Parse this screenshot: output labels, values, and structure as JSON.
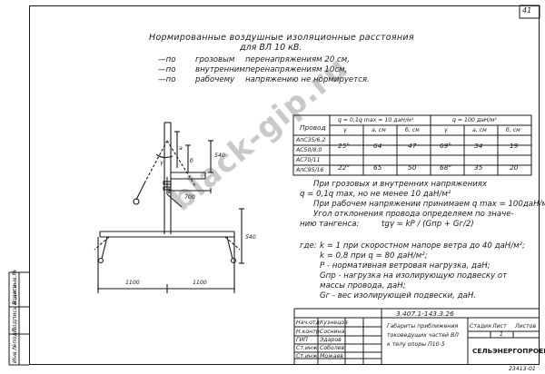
{
  "sheet_number": "41",
  "title_line1": "Нормированные воздушные изоляционные расстояния",
  "title_line2": "для ВЛ 10 кВ.",
  "norms": [
    {
      "dash": "—по",
      "a": "грозовым",
      "b": "перенапряжениям 20 см,"
    },
    {
      "dash": "—по",
      "a": "внутренним",
      "b": "перенапряжениям 10см,"
    },
    {
      "dash": "—по",
      "a": "рабочему",
      "b": "напряжению  не нормируется."
    }
  ],
  "table": {
    "col_header": "Провод",
    "group1": "q = 0,1q max = 10 даН/м²",
    "group2": "q = 100 даН/м²",
    "sub": [
      "γ",
      "а, см",
      "б, см",
      "γ",
      "а, см",
      "б, см"
    ],
    "rows": [
      {
        "wire": "АпС35/6,2",
        "v": [
          "",
          "",
          "",
          "",
          "",
          ""
        ]
      },
      {
        "wire": "АС50/8,0",
        "v": [
          "25°",
          "64",
          "47",
          "69°",
          "34",
          "19"
        ]
      },
      {
        "wire": "АС70/11",
        "v": [
          "",
          "",
          "",
          "",
          "",
          ""
        ]
      },
      {
        "wire": "АпС95/16",
        "v": [
          "22°",
          "65",
          "50",
          "68°",
          "35",
          "20"
        ]
      }
    ]
  },
  "notes": {
    "n1": "При  грозовых  и  внутренних  напряжениях",
    "n2": "q = 0,1q max, но не менее  10 даН/м²",
    "n3": "При рабочем  напряжении принимаем  q max = 100даН/м²",
    "n4": "Угол  отклонения  провода  определяем по значе-",
    "n5": "нию  тангенса:",
    "formula": "tgγ = kP / (Gпр + Gг/2)",
    "where": "где:",
    "d1": "k = 1  при скоростном напоре ветра до 40 даН/м²;",
    "d2": "k = 0,8  при  q = 80 даН/м²;",
    "d3": "Р - нормативная ветровая нагрузка, даН;",
    "d4": "Gпр - нагрузка на изолирующую подвеску от",
    "d5": "массы  провода, даН;",
    "d6": "Gг - вес  изолирующей  подвески, даН."
  },
  "drawing": {
    "dim_540_top": "540",
    "dim_700": "700",
    "dim_540_bottom": "540",
    "dim_1100_left": "1100",
    "dim_1100_right": "1100",
    "lbl_a": "а",
    "lbl_b": "б",
    "lbl_g": "γ"
  },
  "stamp": {
    "code": "3.407.1-143.3.26",
    "desc1": "Габариты приближения",
    "desc2": "токоведущих частей ВЛ",
    "desc3": "к телу опоры П10-5",
    "stage": "Стадия",
    "sheet": "Лист",
    "sheets": "Листов",
    "sheet_no": "1",
    "org": "СЕЛЬЭНЕРГОПРОЕКТ",
    "roles": [
      "Нач.отд.",
      "Н.контр.",
      "ГИП",
      "Ст.инж.",
      "Ст.инж."
    ],
    "names": [
      "Кузнецов",
      "Соснина",
      "Эдаров",
      "Соболев",
      "Можаев"
    ]
  },
  "side": {
    "s1": "Инв.№подл.",
    "s2": "Подпись и дата",
    "s3": "Взам.инв.№"
  },
  "bottom_code": "23413-01",
  "watermark": "black-gip.ru"
}
